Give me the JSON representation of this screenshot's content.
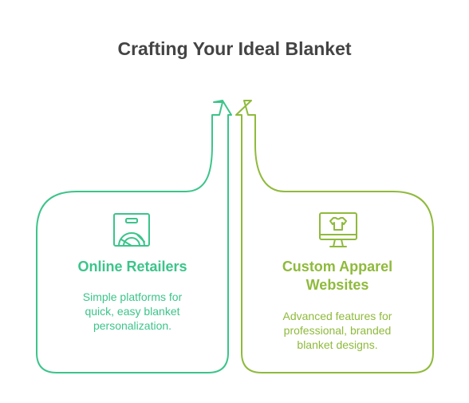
{
  "title": "Crafting Your Ideal Blanket",
  "colors": {
    "left": "#3cc48a",
    "right": "#8fba3c",
    "title": "#444444"
  },
  "left": {
    "icon": "shopping-bag-icon",
    "title": "Online Retailers",
    "desc_lines": [
      "Simple platforms for",
      "quick, easy blanket",
      "personalization."
    ]
  },
  "right": {
    "icon": "monitor-shirt-icon",
    "title_lines": [
      "Custom Apparel",
      "Websites"
    ],
    "desc_lines": [
      "Advanced features for",
      "professional, branded",
      "blanket designs."
    ]
  }
}
